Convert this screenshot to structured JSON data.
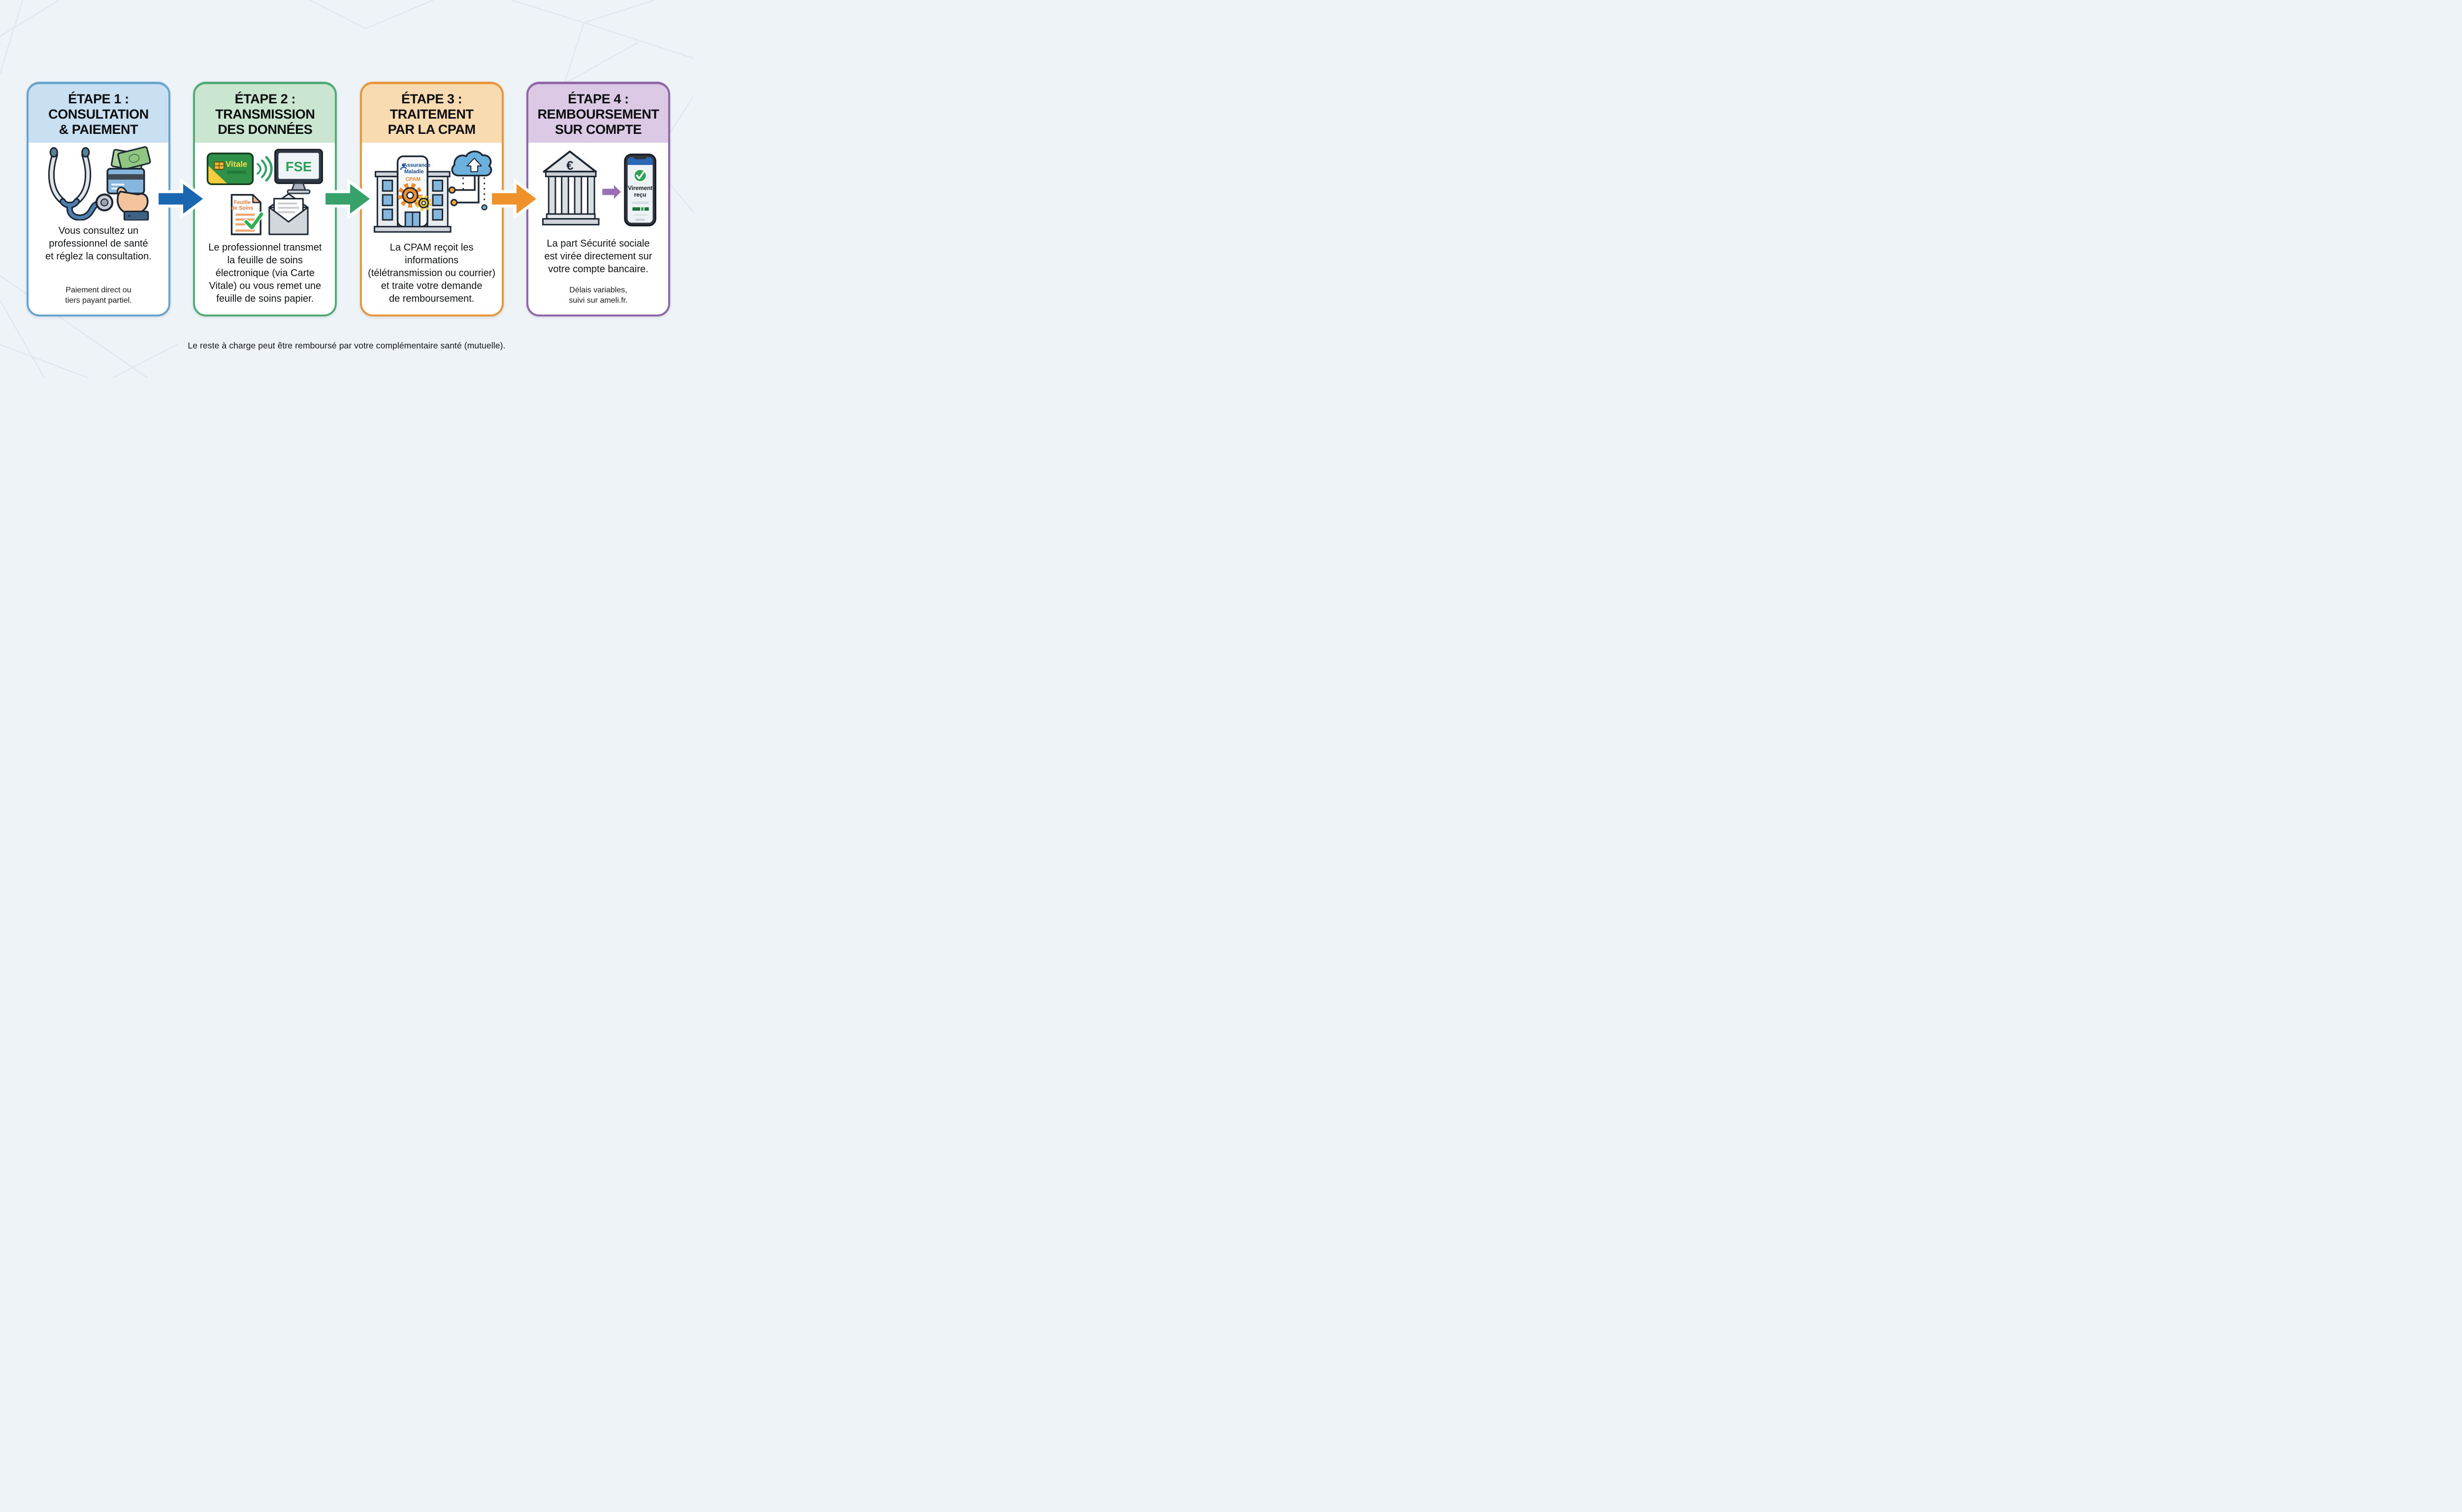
{
  "page": {
    "background": "#edf3f7",
    "mesh_line_color": "#dde6ed",
    "footer": "Le reste à charge peut être remboursé par votre complémentaire santé (mutuelle)."
  },
  "steps": [
    {
      "css": "--accent:#68a4cc;--tint:#c8e0f1",
      "accent": "#68a4cc",
      "header_bg": "#c8e0f1",
      "title_lines": [
        "ÉTAPE 1 :",
        "CONSULTATION",
        "& PAIEMENT"
      ],
      "body_lines": [
        "Vous consultez un",
        "professionnel de santé",
        "et réglez la consultation."
      ],
      "note_lines": [
        "Paiement direct ou",
        "tiers payant partiel."
      ]
    },
    {
      "css": "--accent:#52ab74;--tint:#cbe6d0",
      "accent": "#52ab74",
      "header_bg": "#cbe6d0",
      "title_lines": [
        "ÉTAPE 2 :",
        "TRANSMISSION",
        "DES DONNÉES"
      ],
      "body_lines": [
        "Le professionnel transmet",
        "la feuille de soins",
        "électronique (via Carte",
        "Vitale) ou vous remet une",
        "feuille de soins papier."
      ]
    },
    {
      "css": "--accent:#e8973b;--tint:#f8dbb1",
      "accent": "#e8973b",
      "header_bg": "#f8dbb1",
      "title_lines": [
        "ÉTAPE 3 :",
        "TRAITEMENT",
        "PAR LA CPAM"
      ],
      "body_lines": [
        "La CPAM reçoit les",
        "informations",
        "(télétransmission ou courrier)",
        "et traite votre demande",
        "de remboursement."
      ]
    },
    {
      "css": "--accent:#8f66a6;--tint:#dbc9e6",
      "accent": "#8f66a6",
      "header_bg": "#dbc9e6",
      "title_lines": [
        "ÉTAPE 4 :",
        "REMBOURSEMENT",
        "SUR COMPTE"
      ],
      "body_lines": [
        "La part Sécurité sociale",
        "est virée directement sur",
        "votre compte bancaire."
      ],
      "note_lines": [
        "Délais variables,",
        "suivi sur ameli.fr."
      ]
    }
  ],
  "arrows": [
    {
      "color": "#1a67b1"
    },
    {
      "color": "#36a169"
    },
    {
      "color": "#f0922b"
    }
  ],
  "icon_labels": {
    "vitale": "Vitale",
    "fse": "FSE",
    "feuille_line1": "Feuille",
    "feuille_line2": "de Soins",
    "assurance_line1": "Assurance",
    "assurance_line2": "Maladie",
    "cpam": "CPAM",
    "euro": "€",
    "virement_line1": "Virement",
    "virement_line2": "reçu"
  }
}
